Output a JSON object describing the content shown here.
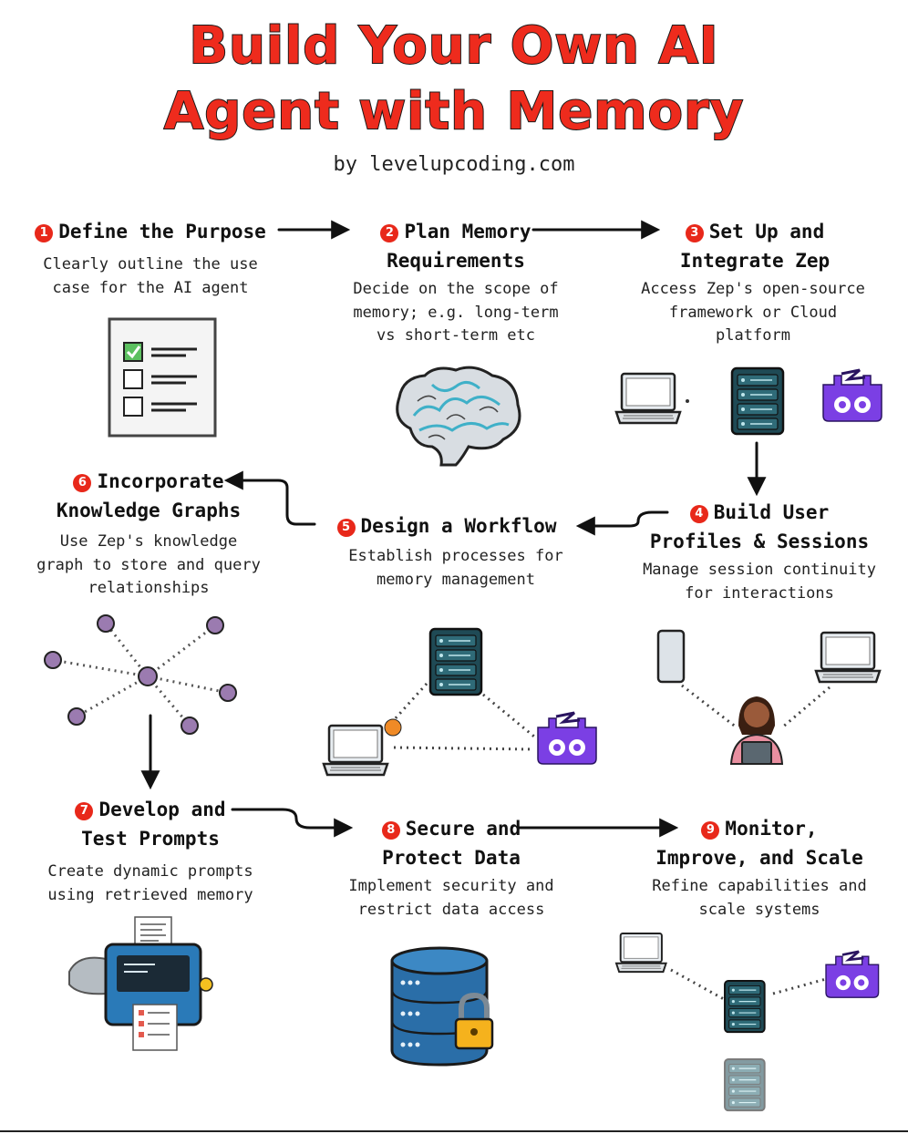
{
  "header": {
    "title_line1": "Build Your Own AI",
    "title_line2": "Agent with Memory",
    "byline": "by levelupcoding.com"
  },
  "steps": [
    {
      "number": "1",
      "title_lines": [
        "Define the Purpose"
      ],
      "desc_lines": [
        "Clearly outline the use",
        "case for the AI agent"
      ],
      "illustration": "checklist-icon"
    },
    {
      "number": "2",
      "title_lines": [
        "Plan Memory",
        "Requirements"
      ],
      "desc_lines": [
        "Decide on the scope of",
        "memory; e.g. long-term",
        "vs short-term etc"
      ],
      "illustration": "brain-icon"
    },
    {
      "number": "3",
      "title_lines": [
        "Set Up and",
        "Integrate Zep"
      ],
      "desc_lines": [
        "Access Zep's open-source",
        "framework or Cloud",
        "platform"
      ],
      "illustration": "laptop-server-zep-icons"
    },
    {
      "number": "4",
      "title_lines": [
        "Build User",
        "Profiles & Sessions"
      ],
      "desc_lines": [
        "Manage session continuity",
        "for interactions"
      ],
      "illustration": "user-devices-icons"
    },
    {
      "number": "5",
      "title_lines": [
        "Design a Workflow"
      ],
      "desc_lines": [
        "Establish processes for",
        "memory management"
      ],
      "illustration": "workflow-network-icons"
    },
    {
      "number": "6",
      "title_lines": [
        "Incorporate",
        "Knowledge Graphs"
      ],
      "desc_lines": [
        "Use Zep's knowledge",
        "graph to store and query",
        "relationships"
      ],
      "illustration": "knowledge-graph-icon"
    },
    {
      "number": "7",
      "title_lines": [
        "Develop and",
        "Test Prompts"
      ],
      "desc_lines": [
        "Create dynamic prompts",
        "using retrieved memory"
      ],
      "illustration": "prompt-machine-icon"
    },
    {
      "number": "8",
      "title_lines": [
        "Secure and",
        "Protect Data"
      ],
      "desc_lines": [
        "Implement security and",
        "restrict data access"
      ],
      "illustration": "secure-database-icon"
    },
    {
      "number": "9",
      "title_lines": [
        "Monitor,",
        "Improve, and Scale"
      ],
      "desc_lines": [
        "Refine capabilities and",
        "scale systems"
      ],
      "illustration": "scaling-network-icon"
    }
  ],
  "colors": {
    "title": "#ee2b1d",
    "number_badge": "#e8281a",
    "server": "#1f4a55",
    "zep": "#7b3fe4",
    "node": "#9b7bb0",
    "database": "#2a6ea8"
  }
}
